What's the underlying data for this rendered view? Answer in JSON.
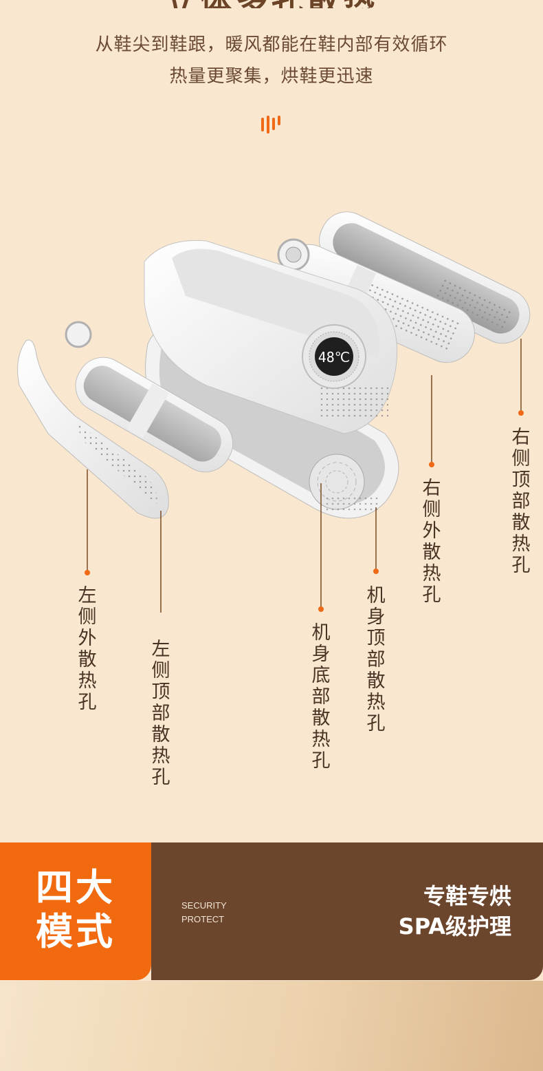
{
  "header": {
    "title_partial": "立体多孔散热",
    "subtitle_lines": [
      "从鞋尖到鞋跟，暖风都能在鞋内部有效循环",
      "热量更聚集，烘鞋更迅速"
    ]
  },
  "product": {
    "display_reading": "48℃"
  },
  "labels": {
    "left_outer": "左侧外散热孔",
    "left_top": "左侧顶部散热孔",
    "body_bottom": "机身底部散热孔",
    "body_top": "机身顶部散热孔",
    "right_outer": "右侧外散热孔",
    "right_top": "右侧顶部散热孔"
  },
  "banner": {
    "title_line1": "四大",
    "title_line2": "模式",
    "security_line1": "SECURITY",
    "security_line2": "PROTECT",
    "right_line1": "专鞋专烘",
    "right_line2": "SPA级护理"
  },
  "colors": {
    "background": "#f9e7cf",
    "accent_orange": "#f26a10",
    "banner_brown": "#6b452c",
    "text_dark": "#4a3325"
  }
}
